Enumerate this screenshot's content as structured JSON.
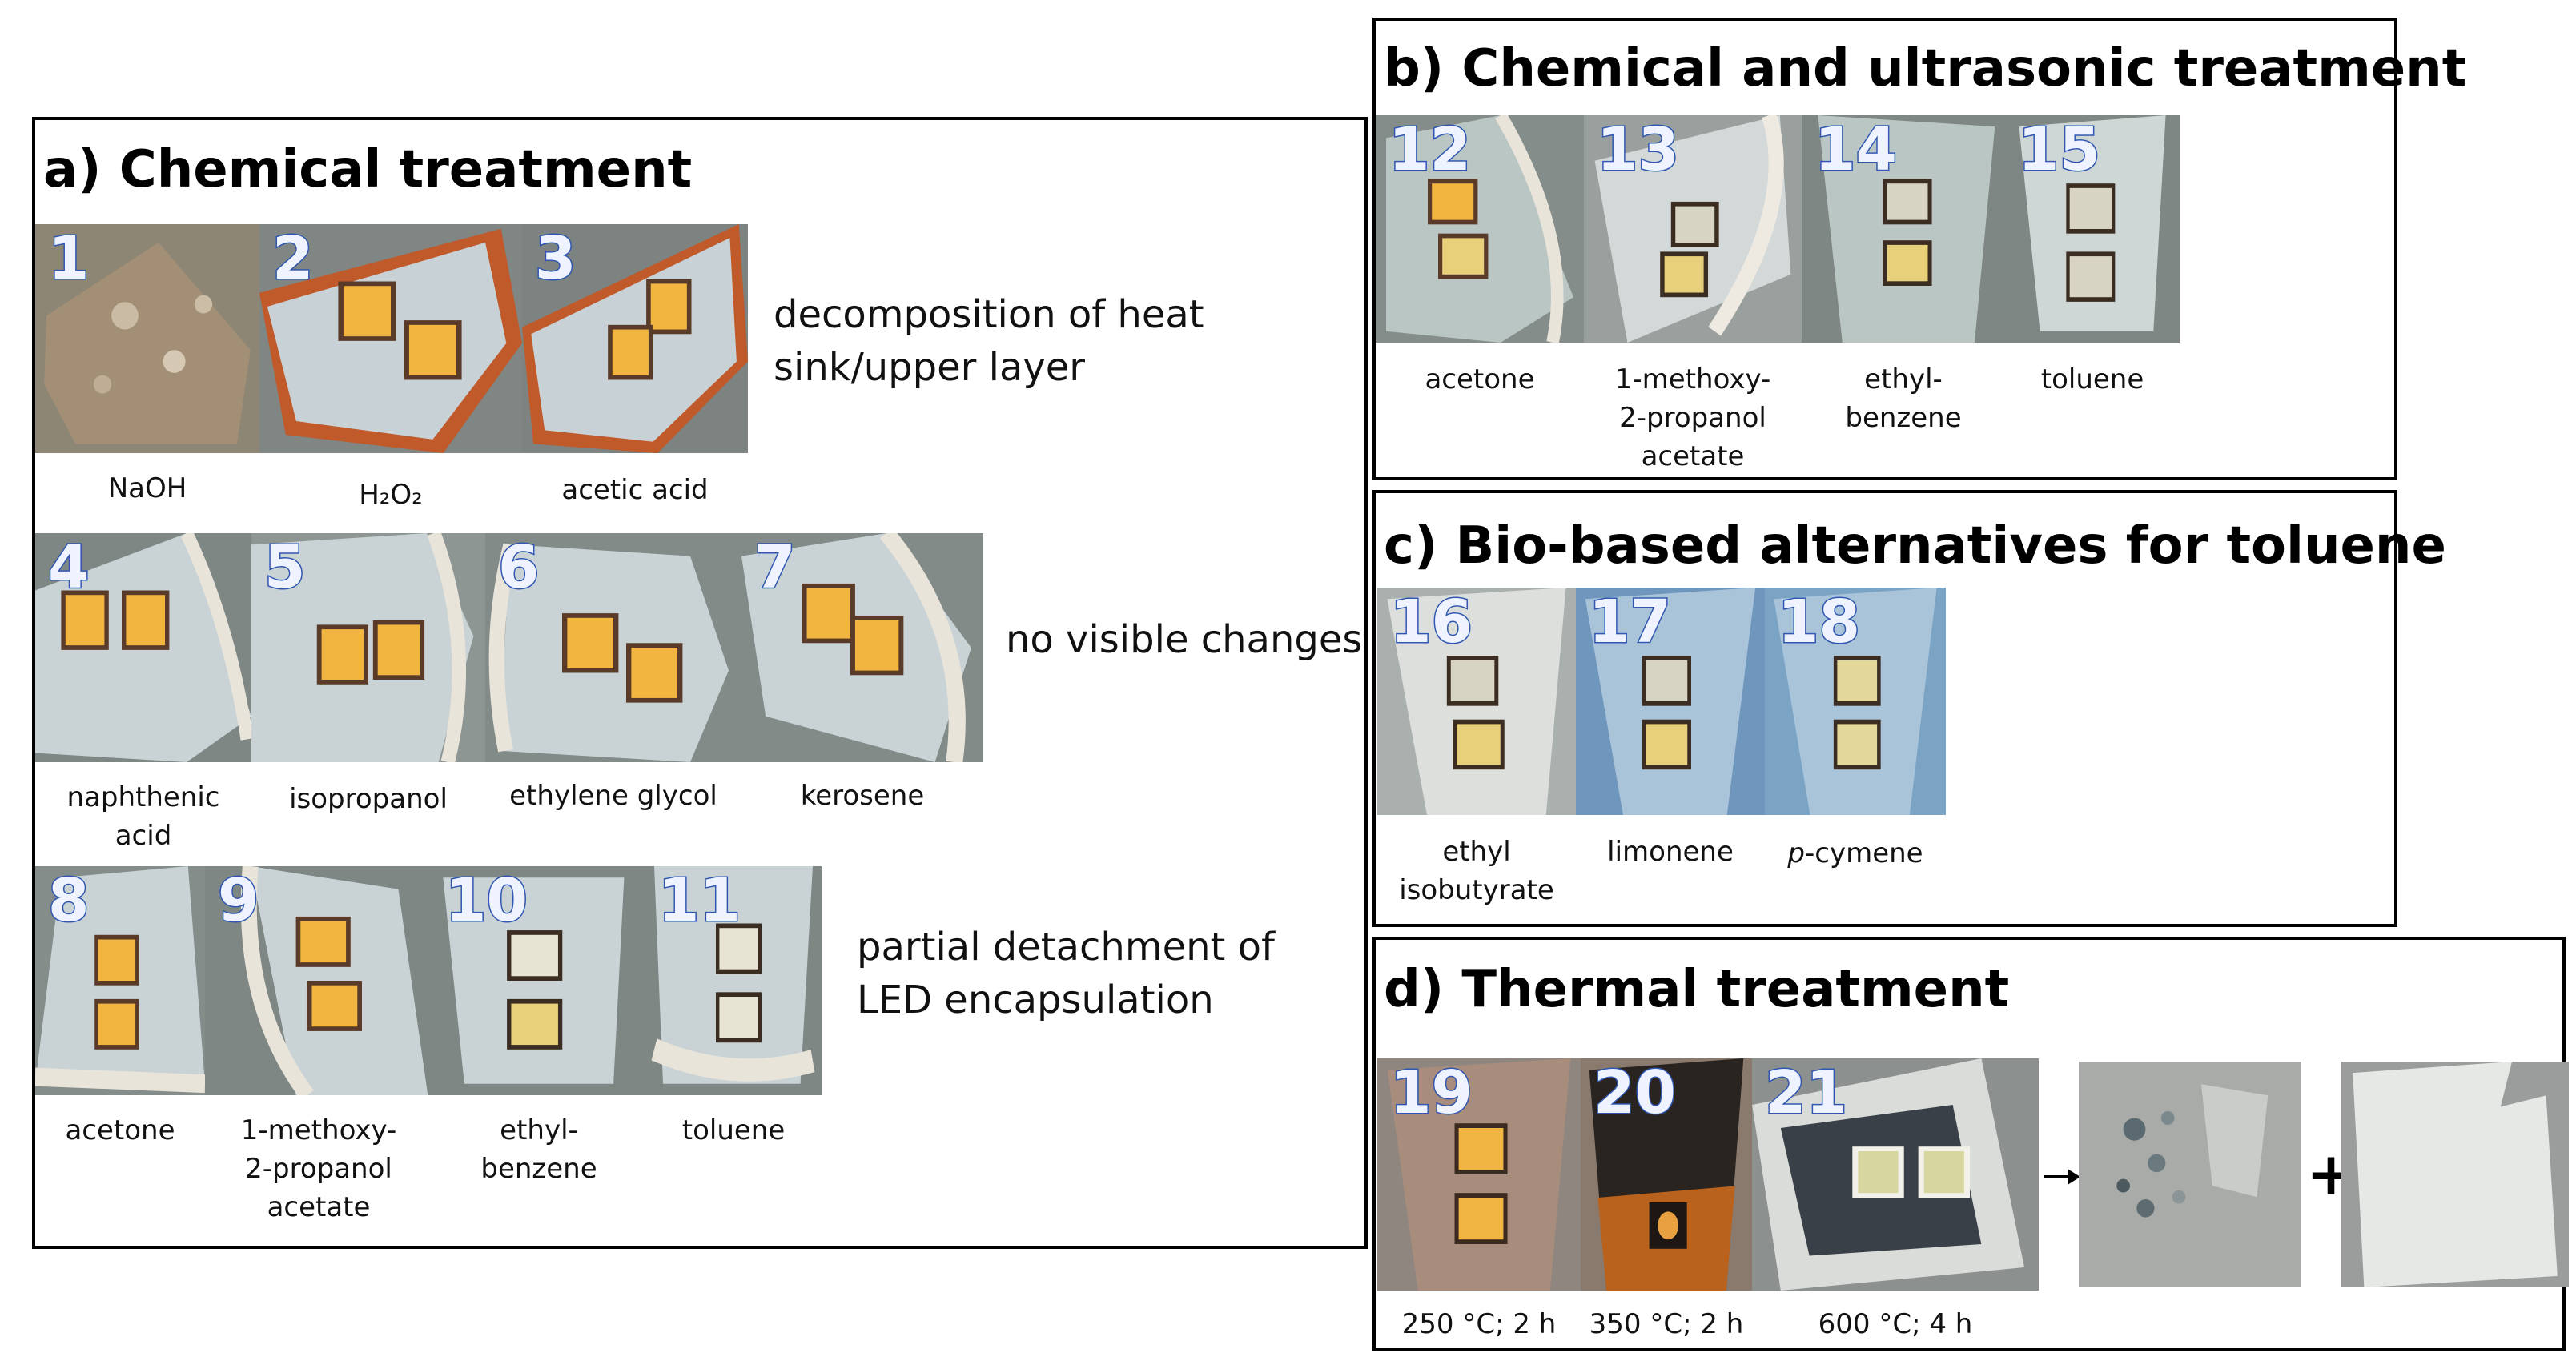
{
  "panels": {
    "a": {
      "title": "a) Chemical treatment",
      "rows": [
        {
          "note": "decomposition of heat sink/upper layer",
          "note_lines": [
            "decomposition of heat",
            "sink/upper layer"
          ]
        },
        {
          "note": "no visible changes",
          "note_lines": [
            "no visible changes"
          ]
        },
        {
          "note": "partial detachment of LED encapsulation",
          "note_lines": [
            "partial detachment of",
            "LED encapsulation"
          ]
        }
      ],
      "samples": [
        {
          "num": "1",
          "label_lines": [
            "NaOH"
          ]
        },
        {
          "num": "2",
          "label_lines": [
            "H₂O₂"
          ]
        },
        {
          "num": "3",
          "label_lines": [
            "acetic acid"
          ]
        },
        {
          "num": "4",
          "label_lines": [
            "naphthenic",
            "acid"
          ]
        },
        {
          "num": "5",
          "label_lines": [
            "isopropanol"
          ]
        },
        {
          "num": "6",
          "label_lines": [
            "ethylene glycol"
          ]
        },
        {
          "num": "7",
          "label_lines": [
            "kerosene"
          ]
        },
        {
          "num": "8",
          "label_lines": [
            "acetone"
          ]
        },
        {
          "num": "9",
          "label_lines": [
            "1-methoxy-",
            "2-propanol",
            "acetate"
          ]
        },
        {
          "num": "10",
          "label_lines": [
            "ethyl-",
            "benzene"
          ]
        },
        {
          "num": "11",
          "label_lines": [
            "toluene"
          ]
        }
      ]
    },
    "b": {
      "title": "b) Chemical and ultrasonic treatment",
      "samples": [
        {
          "num": "12",
          "label_lines": [
            "acetone"
          ]
        },
        {
          "num": "13",
          "label_lines": [
            "1-methoxy-",
            "2-propanol",
            "acetate"
          ]
        },
        {
          "num": "14",
          "label_lines": [
            "ethyl-",
            "benzene"
          ]
        },
        {
          "num": "15",
          "label_lines": [
            "toluene"
          ]
        }
      ]
    },
    "c": {
      "title": "c) Bio-based alternatives for toluene",
      "samples": [
        {
          "num": "16",
          "label_lines": [
            "ethyl",
            "isobutyrate"
          ]
        },
        {
          "num": "17",
          "label_lines": [
            "limonene"
          ]
        },
        {
          "num": "18",
          "label_lines": [
            "p-cymene"
          ],
          "italic_prefix": "p",
          "rest": "-cymene"
        }
      ]
    },
    "d": {
      "title": "d) Thermal treatment",
      "samples": [
        {
          "num": "19",
          "label_lines": [
            "250 °C; 2 h"
          ]
        },
        {
          "num": "20",
          "label_lines": [
            "350 °C; 2 h"
          ]
        },
        {
          "num": "21",
          "label_lines": [
            "600 °C; 4 h"
          ]
        }
      ],
      "plus": "+"
    }
  },
  "colors": {
    "border": "#000000",
    "number_fill": "#eef3ff",
    "number_outline": "#2f56b0",
    "photo_background": "#8c9694",
    "board": "#c9d3d6",
    "led": "#f0b040"
  }
}
